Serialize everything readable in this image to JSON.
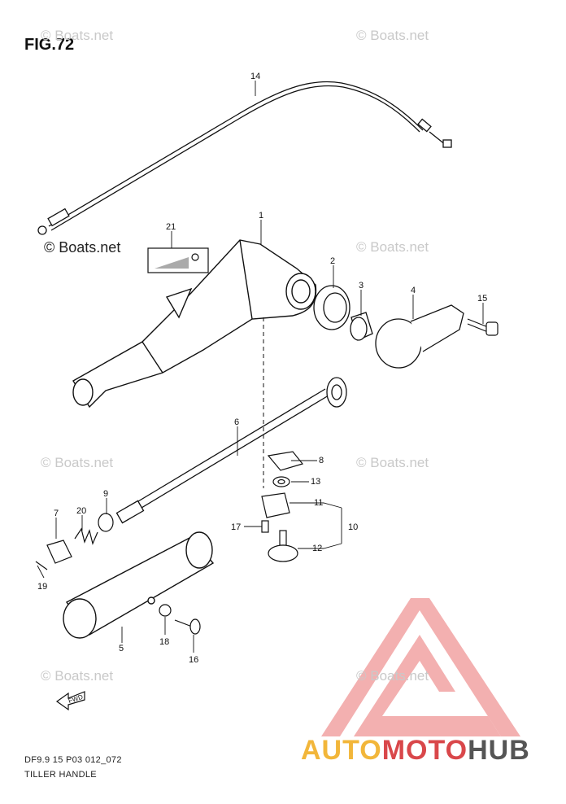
{
  "figure": {
    "title": "FIG.72",
    "code": "DF9.9 15 P03 012_072",
    "name": "TILLER HANDLE"
  },
  "watermarks": {
    "text": "© Boats.net",
    "bold_text": "© Boats.net"
  },
  "brand": {
    "part1": "AUTO",
    "part2": "MOTO",
    "part3": "HUB",
    "colors": {
      "part1": "#f2b63a",
      "part2": "#d9474a",
      "part3": "#555555",
      "triangle": "#f1a3a3"
    }
  },
  "fwd_label": "FWD",
  "callouts": [
    "1",
    "2",
    "3",
    "4",
    "5",
    "6",
    "7",
    "8",
    "9",
    "10",
    "11",
    "12",
    "13",
    "14",
    "15",
    "16",
    "17",
    "18",
    "19",
    "20",
    "21"
  ]
}
